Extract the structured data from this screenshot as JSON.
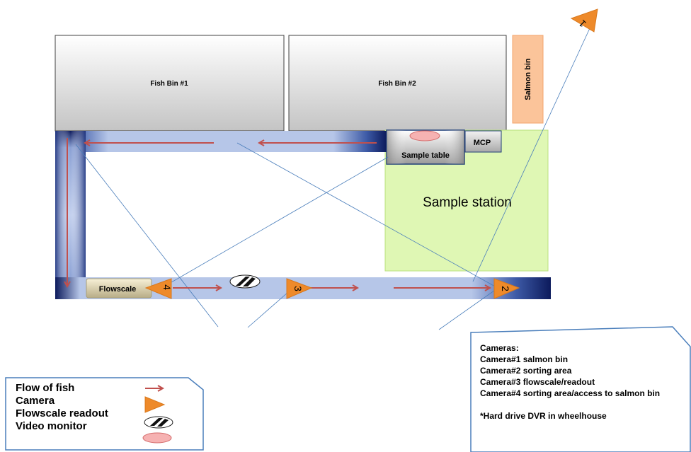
{
  "labels": {
    "fish_bin_1": "Fish Bin #1",
    "fish_bin_2": "Fish Bin #2",
    "salmon_bin": "Salmon bin",
    "mcp": "MCP",
    "sample_table": "Sample table",
    "sample_station": "Sample station",
    "flowscale": "Flowscale"
  },
  "cameras_markers": [
    "1",
    "2",
    "3",
    "4"
  ],
  "legend": {
    "items": [
      {
        "label": "Flow of fish",
        "icon": "flow-arrow-icon"
      },
      {
        "label": "Camera",
        "icon": "camera-triangle-icon"
      },
      {
        "label": "Flowscale readout",
        "icon": "flowscale-readout-icon"
      },
      {
        "label": "Video monitor",
        "icon": "video-monitor-icon"
      }
    ]
  },
  "cameras_note": {
    "title": "Cameras:",
    "lines": [
      "Camera#1 salmon bin",
      "Camera#2 sorting area",
      "Camera#3 flowscale/readout",
      "Camera#4 sorting area/access to salmon bin"
    ],
    "footnote": "*Hard drive DVR in wheelhouse"
  },
  "colors": {
    "conveyor_dark": "#14246e",
    "conveyor_light": "#b3c3e6",
    "arrow": "#c0504d",
    "camera": "#ee8a2a",
    "sample_station": "#dff7b4",
    "salmon_bin": "#fbc49a",
    "bin_gray": "#dadada",
    "sight_line": "#4a7ebb",
    "monitor": "#f6b2b2"
  }
}
